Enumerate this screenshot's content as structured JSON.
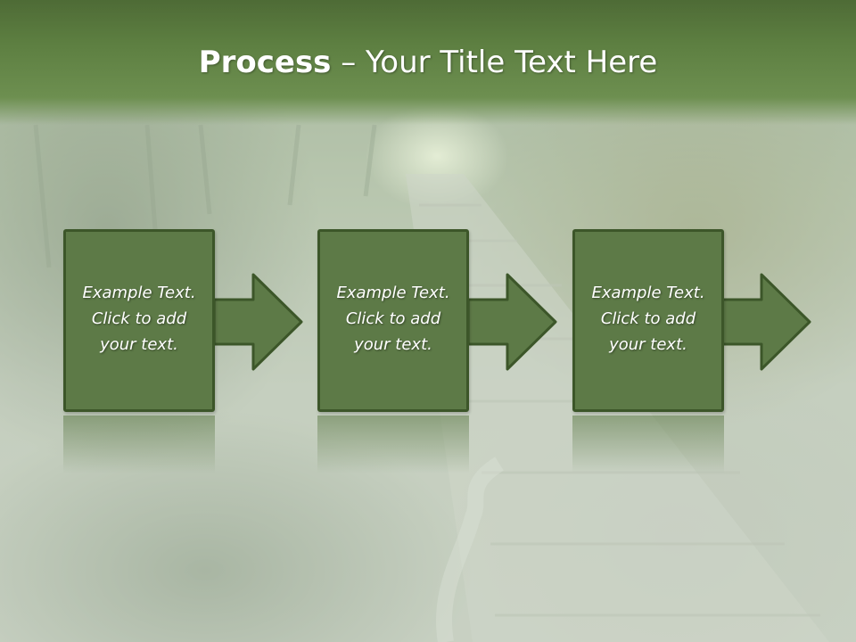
{
  "slide": {
    "title_bold": "Process",
    "title_rest": " – Your Title Text Here"
  },
  "steps": [
    {
      "text": "Example Text.\nClick  to add\nyour text."
    },
    {
      "text": "Example Text.\nClick  to add\nyour text."
    },
    {
      "text": "Example Text.\nClick  to add\nyour text."
    }
  ],
  "colors": {
    "title_band": "#5d7f41",
    "step_fill": "#5d7a47",
    "step_border": "#3c5629",
    "arrow_fill": "#5d7a47",
    "text": "#ffffff"
  }
}
